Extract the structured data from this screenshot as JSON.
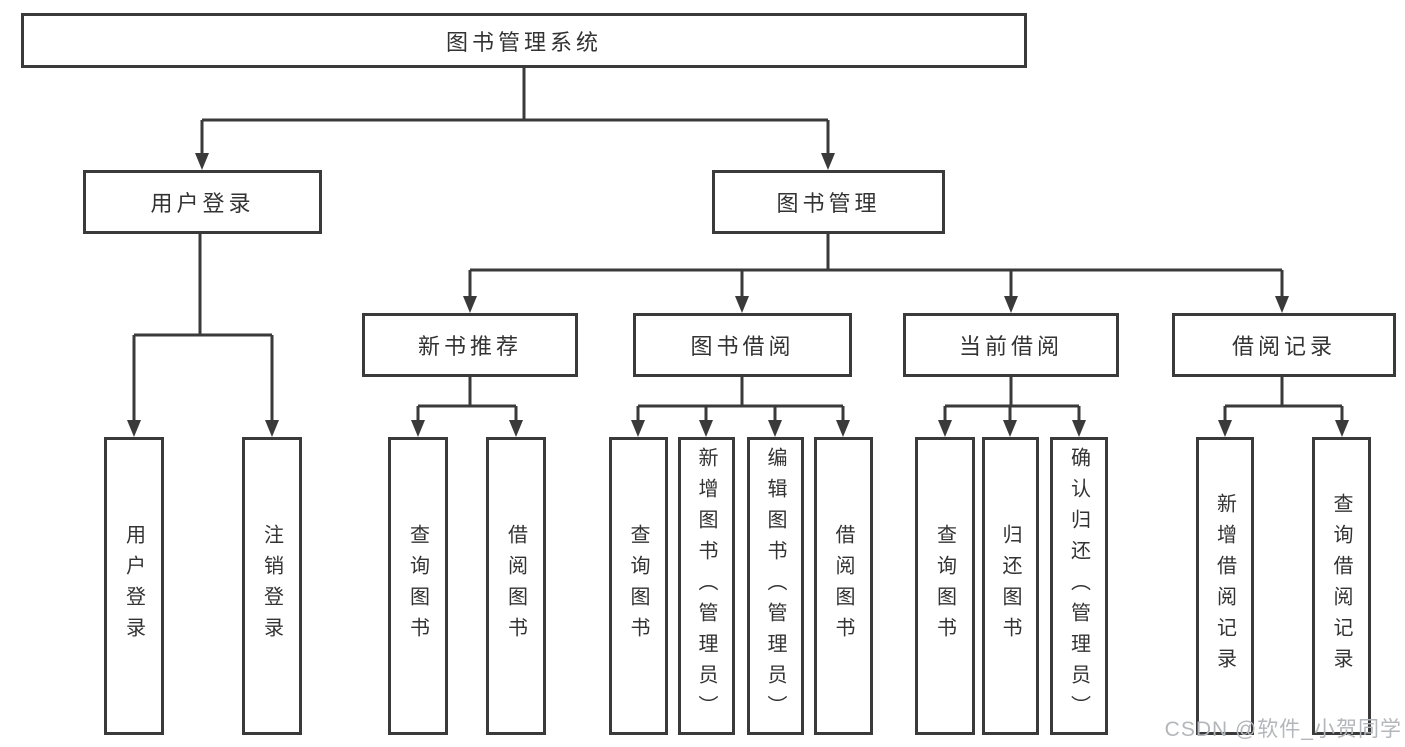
{
  "diagram": {
    "root": {
      "label": "图书管理系统"
    },
    "level2": [
      {
        "label": "用户登录",
        "children": [
          {
            "label": "用户登录"
          },
          {
            "label": "注销登录"
          }
        ]
      },
      {
        "label": "图书管理",
        "children": [
          {
            "label": "新书推荐",
            "children": [
              {
                "label": "查询图书"
              },
              {
                "label": "借阅图书"
              }
            ]
          },
          {
            "label": "图书借阅",
            "children": [
              {
                "label": "查询图书"
              },
              {
                "label": "新增图书（管理员）"
              },
              {
                "label": "编辑图书（管理员）"
              },
              {
                "label": "借阅图书"
              }
            ]
          },
          {
            "label": "当前借阅",
            "children": [
              {
                "label": "查询图书"
              },
              {
                "label": "归还图书"
              },
              {
                "label": "确认归还（管理员）"
              }
            ]
          },
          {
            "label": "借阅记录",
            "children": [
              {
                "label": "新增借阅记录"
              },
              {
                "label": "查询借阅记录"
              }
            ]
          }
        ]
      }
    ]
  },
  "watermark": {
    "text": "CSDN @软件_小贺同学"
  },
  "colors": {
    "line": "#3a3a3a",
    "text": "#333333",
    "background": "#ffffff",
    "watermark": "#b3b6bb"
  }
}
